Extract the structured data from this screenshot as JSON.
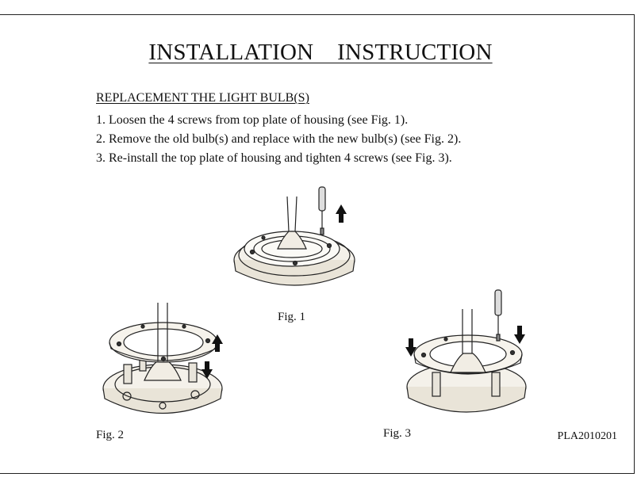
{
  "document": {
    "title": "INSTALLATION    INSTRUCTION",
    "section_heading": "REPLACEMENT THE LIGHT BULB(S)",
    "steps": [
      "1. Loosen the 4 screws from top plate of housing (see Fig. 1).",
      "2. Remove the old bulb(s) and replace with the new  bulb(s)  (see Fig. 2).",
      "3. Re-install the top plate of housing and tighten 4 screws (see Fig. 3)."
    ],
    "figures": [
      {
        "label": "Fig. 1",
        "depicts": "screwdriver loosening screw on top plate"
      },
      {
        "label": "Fig. 2",
        "depicts": "top plate lifted off housing"
      },
      {
        "label": "Fig. 3",
        "depicts": "top plate lowered and screwed back"
      }
    ],
    "document_code": "PLA2010201"
  }
}
